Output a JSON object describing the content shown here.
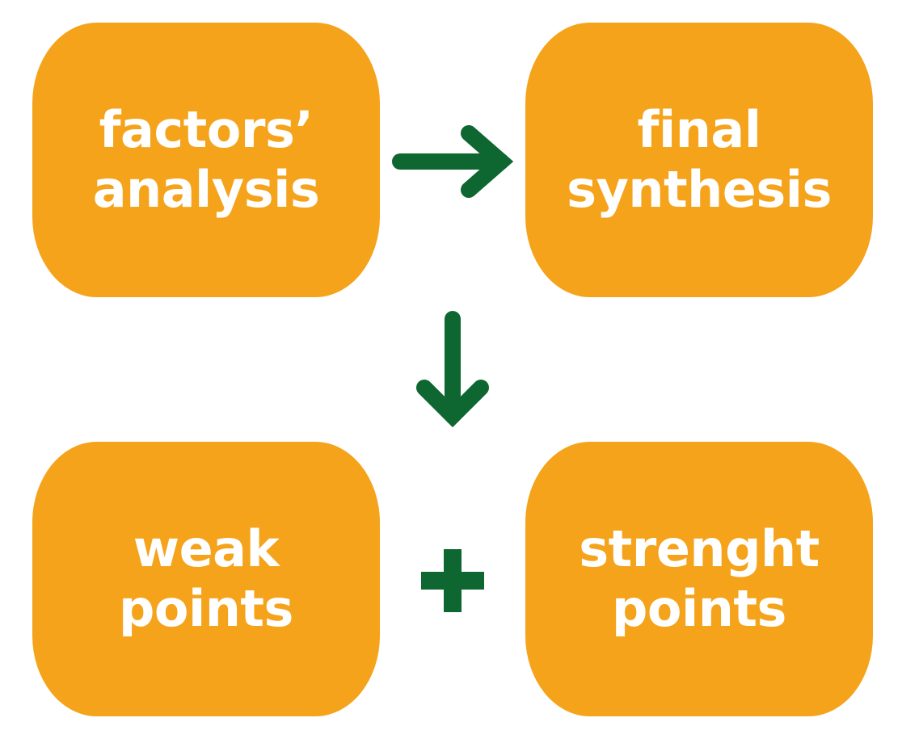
{
  "colors": {
    "box_fill": "#F5A31A",
    "box_text": "#FFFFFF",
    "connector": "#0E6630"
  },
  "boxes": {
    "factors_analysis": {
      "line1": "factors’",
      "line2": "analysis"
    },
    "final_synthesis": {
      "line1": "final",
      "line2": "synthesis"
    },
    "weak_points": {
      "line1": "weak",
      "line2": "points"
    },
    "strength_points": {
      "line1": "strenght",
      "line2": "points"
    }
  },
  "connectors": {
    "factors_to_synthesis": "arrow-right-icon",
    "synthesis_to_points": "arrow-down-icon",
    "weak_and_strength": "plus-icon"
  }
}
